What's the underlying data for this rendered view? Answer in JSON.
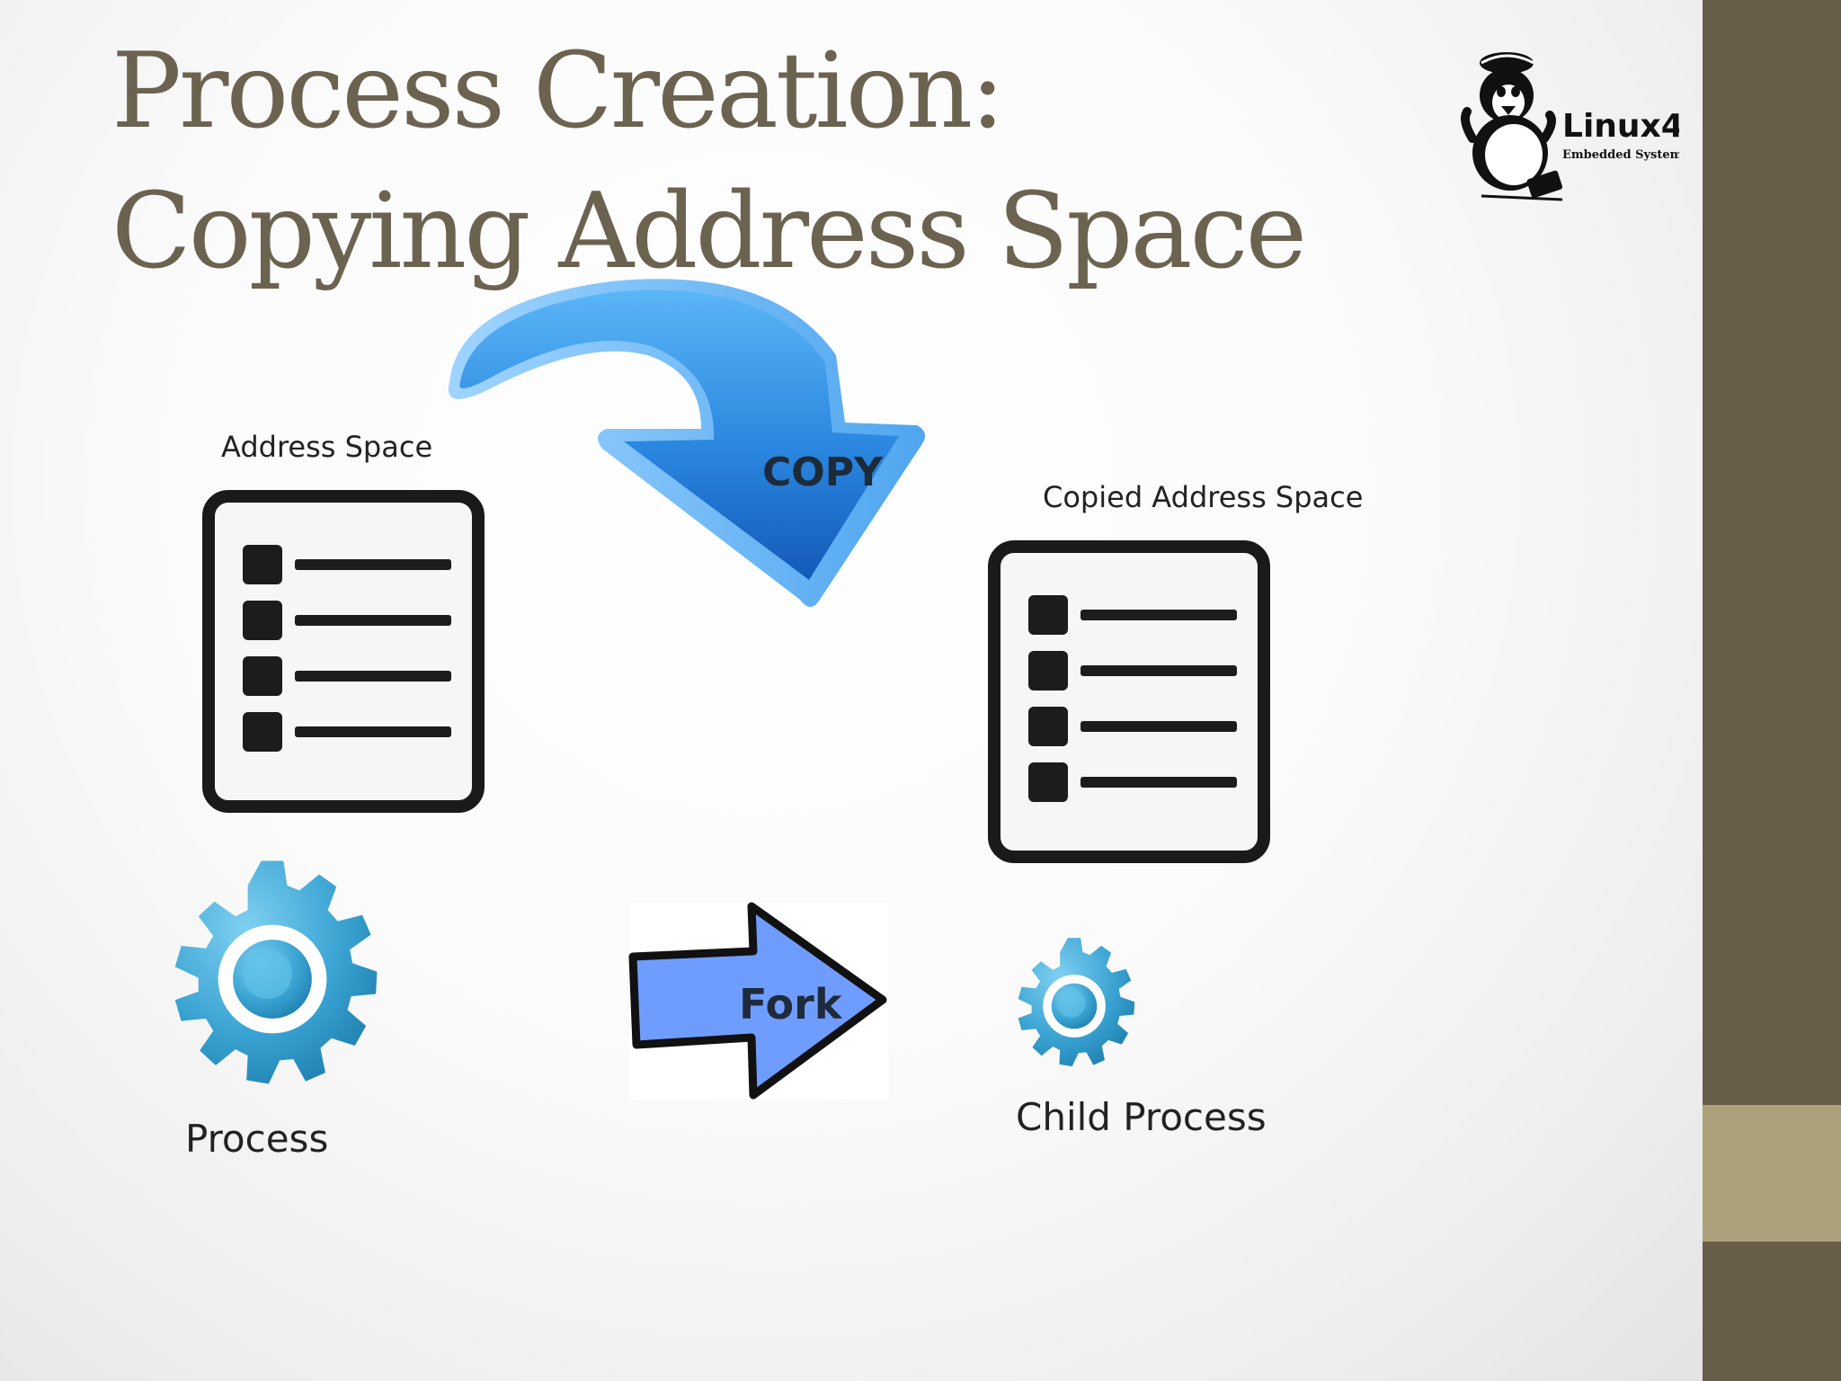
{
  "slide": {
    "title_line1": "Process Creation:",
    "title_line2": "Copying Address Space",
    "logo": {
      "text_main": "Linux4",
      "text_sub": "Embedded Systems"
    }
  },
  "diagram": {
    "labels": {
      "address_space": "Address Space",
      "copied_address_space": "Copied Address Space",
      "copy": "COPY",
      "fork": "Fork",
      "process": "Process",
      "child_process": "Child Process"
    }
  },
  "colors": {
    "title": "#6b6350",
    "sidebar": "#675d49",
    "sidebar_accent": "#aba27b",
    "copy_arrow": "#2a8ae0",
    "fork_arrow": "#6f9dff",
    "gear": "#3aa3d2"
  },
  "icons": [
    "document-list-icon",
    "gear-icon",
    "curved-arrow-icon",
    "right-arrow-icon",
    "penguin-logo"
  ]
}
